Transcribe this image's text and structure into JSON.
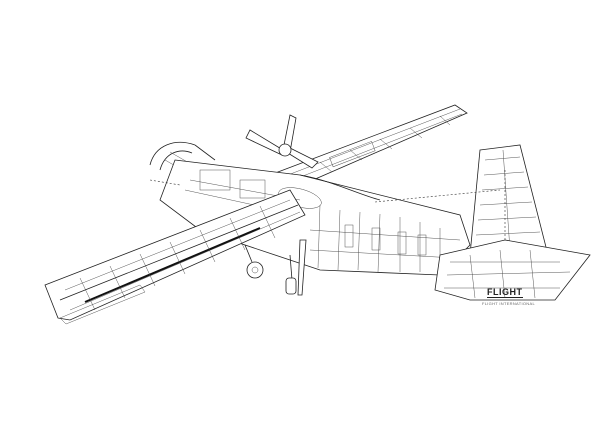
{
  "image": {
    "subject": "Cutaway technical drawing of a high-wing twin-boom-less utility aircraft (single engine turboprop), line art",
    "style": "black ink line drawing on white background"
  },
  "publisher_logo": {
    "text": "FLIGHT",
    "credit_text": "FLIGHT INTERNATIONAL"
  },
  "colors": {
    "background": "#ffffff",
    "ink": "#222222"
  }
}
